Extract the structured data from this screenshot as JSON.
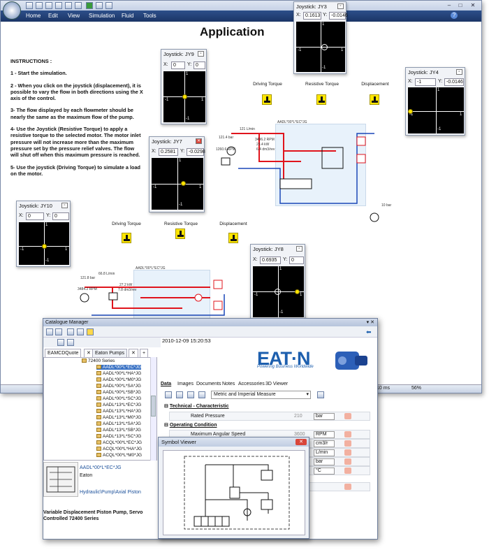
{
  "app": {
    "menu": [
      "Home",
      "Edit",
      "View",
      "Simulation",
      "Fluid",
      "Tools"
    ],
    "title": "Application",
    "instructions_heading": "INSTRUCTIONS :",
    "instructions": [
      "1 - Start the simulation.",
      "2 - When you click on the joystick (displacement), it is possible to vary the flow in both directions using the X axis of the control.",
      "3- The flow displayed by each flowmeter should be nearly the same as the maximum flow of the pump.",
      "4- Use the Joystick (Resistive Torque) to apply a resistive torque to the selected motor. The motor inlet pressure will not increase more than the maximum pressure set by the pressure relief valves. The flow will shut off when this maximum pressure is reached.",
      "5- Use the joystick (Driving Torque) to simulate a load on the motor."
    ],
    "torque_labels_top": [
      "Driving Torque",
      "Resistive Torque",
      "Displacement"
    ],
    "torque_labels_bottom": [
      "Driving Torque",
      "Resistive Torque",
      "Displacement"
    ],
    "status_zoom": "56%",
    "status_time": "10 ms"
  },
  "joysticks": [
    {
      "title": "Joystick: JY9",
      "x": "0",
      "y": "0"
    },
    {
      "title": "Joystick: JY3",
      "x": "0.1613",
      "y": "-0.0146"
    },
    {
      "title": "Joystick: JY4",
      "x": "-1",
      "y": "-0.0146"
    },
    {
      "title": "Joystick: JY7",
      "x": "0.2581",
      "y": "-0.0298"
    },
    {
      "title": "Joystick: JY10",
      "x": "0",
      "y": "0"
    },
    {
      "title": "Joystick: JY8",
      "x": "0.6935",
      "y": "0"
    }
  ],
  "axis": {
    "x_label": "X:",
    "y_label": "Y:",
    "pos": "1",
    "neg": "-1"
  },
  "circuit": {
    "header": "AADL*00*L*EC*JG",
    "values": [
      "121 L/min",
      "121.4 bar",
      "1260.6 RPM",
      "3496.2 RPM",
      "23.4 kW",
      "6.4 dm3/rev",
      "10 bar"
    ],
    "values2": [
      "121.8 bar",
      "66.8 L/min",
      "27.2 kW",
      "3484.2 RPM",
      "7.8 dm3/rev"
    ]
  },
  "catalogue": {
    "title": "Catalogue Manager",
    "title_buttons": "▾ ✕",
    "datetime": "2010-12-09 15:20:53",
    "tabs": [
      "EAMCDQuote",
      "Eaton Pumps",
      "+"
    ],
    "folder": "72400 Series",
    "items": [
      "AADL*00*L*EC*JG",
      "AADL*00*L*HA*JG",
      "AADL*00*L*M0*JG",
      "AADL*00*L*SA*JG",
      "AADL*00*L*SB*JG",
      "AADL*00*L*SC*JG",
      "AADL*13*L*EC*JG",
      "AADL*13*L*HA*JG",
      "AADL*13*L*M0*JG",
      "AADL*13*L*SA*JG",
      "AADL*13*L*SB*JG",
      "AADL*13*L*SC*JG",
      "ACQL*00*L*EC*JG",
      "ACQL*00*L*HA*JG",
      "ACQL*00*L*M0*JG"
    ],
    "product_name": "AADL*00*L*EC*JG",
    "maker": "Eaton",
    "path": "Hydraulic\\Pump\\Axial Piston",
    "description": "Variable Displacement Piston Pump, Servo Controlled 72400 Series",
    "brand": "EAT·N",
    "tagline": "Powering Business Worldwide",
    "data_tabs": [
      "Data",
      "Images",
      "Documents",
      "Notes",
      "Accessories",
      "3D Viewer"
    ],
    "unit_system": "Metric and Imperial Measure",
    "sections": [
      "Technical - Characteristic",
      "Operating Condition"
    ],
    "rows": [
      {
        "label": "Rated Pressure",
        "value": "210",
        "unit": "bar"
      },
      {
        "label": "Maximum Angular Speed",
        "value": "3600",
        "unit": "RPM"
      }
    ],
    "extra_units": [
      "cm3/r",
      "L/min",
      "bar",
      "°C"
    ]
  },
  "symbol_viewer": {
    "title": "Symbol Viewer",
    "close": "✕"
  },
  "colors": {
    "menubar": "#1b3566",
    "accent": "#1d5fae",
    "joy_dot": "#ffe600",
    "pressure_line": "#e0141c",
    "tank_line": "#1a47b8"
  }
}
